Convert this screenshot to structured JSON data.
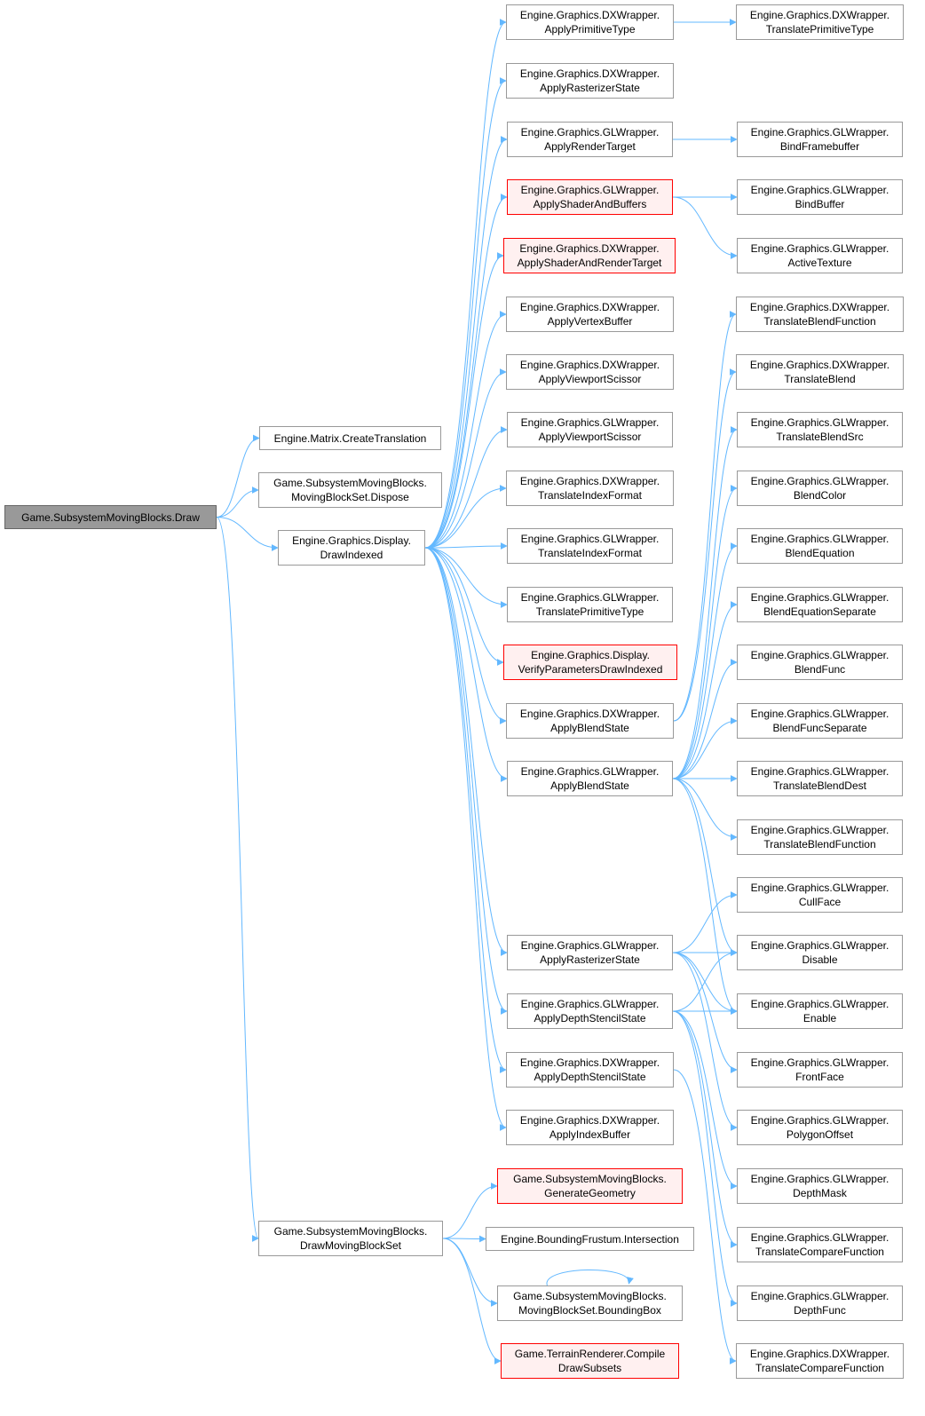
{
  "colors": {
    "edge": "#63b8ff",
    "node_border": "#999999",
    "root_fill": "#999999",
    "warn_border": "#ff0000",
    "warn_fill": "#fff0f0"
  },
  "nodes": [
    {
      "id": "root",
      "lines": [
        "Game.SubsystemMovingBlocks.Draw"
      ],
      "style": "root"
    },
    {
      "id": "matrix",
      "lines": [
        "Engine.Matrix.CreateTranslation"
      ]
    },
    {
      "id": "dispose",
      "lines": [
        "Game.SubsystemMovingBlocks.",
        "MovingBlockSet.Dispose"
      ]
    },
    {
      "id": "drawindexed",
      "lines": [
        "Engine.Graphics.Display.",
        "DrawIndexed"
      ]
    },
    {
      "id": "drawmbs",
      "lines": [
        "Game.SubsystemMovingBlocks.",
        "DrawMovingBlockSet"
      ]
    },
    {
      "id": "dx_applyprim",
      "lines": [
        "Engine.Graphics.DXWrapper.",
        "ApplyPrimitiveType"
      ]
    },
    {
      "id": "dx_applyrast",
      "lines": [
        "Engine.Graphics.DXWrapper.",
        "ApplyRasterizerState"
      ]
    },
    {
      "id": "gl_applyrt",
      "lines": [
        "Engine.Graphics.GLWrapper.",
        "ApplyRenderTarget"
      ]
    },
    {
      "id": "gl_applyshader",
      "lines": [
        "Engine.Graphics.GLWrapper.",
        "ApplyShaderAndBuffers"
      ],
      "style": "red"
    },
    {
      "id": "dx_applyshader",
      "lines": [
        "Engine.Graphics.DXWrapper.",
        "ApplyShaderAndRenderTarget"
      ],
      "style": "red"
    },
    {
      "id": "dx_applyvb",
      "lines": [
        "Engine.Graphics.DXWrapper.",
        "ApplyVertexBuffer"
      ]
    },
    {
      "id": "dx_applyvs",
      "lines": [
        "Engine.Graphics.DXWrapper.",
        "ApplyViewportScissor"
      ]
    },
    {
      "id": "gl_applyvs",
      "lines": [
        "Engine.Graphics.GLWrapper.",
        "ApplyViewportScissor"
      ]
    },
    {
      "id": "dx_tif",
      "lines": [
        "Engine.Graphics.DXWrapper.",
        "TranslateIndexFormat"
      ]
    },
    {
      "id": "gl_tif",
      "lines": [
        "Engine.Graphics.GLWrapper.",
        "TranslateIndexFormat"
      ]
    },
    {
      "id": "gl_tpt",
      "lines": [
        "Engine.Graphics.GLWrapper.",
        "TranslatePrimitiveType"
      ]
    },
    {
      "id": "verify",
      "lines": [
        "Engine.Graphics.Display.",
        "VerifyParametersDrawIndexed"
      ],
      "style": "red"
    },
    {
      "id": "dx_applyblend",
      "lines": [
        "Engine.Graphics.DXWrapper.",
        "ApplyBlendState"
      ]
    },
    {
      "id": "gl_applyblend",
      "lines": [
        "Engine.Graphics.GLWrapper.",
        "ApplyBlendState"
      ]
    },
    {
      "id": "gl_applyrast",
      "lines": [
        "Engine.Graphics.GLWrapper.",
        "ApplyRasterizerState"
      ]
    },
    {
      "id": "gl_applyds",
      "lines": [
        "Engine.Graphics.GLWrapper.",
        "ApplyDepthStencilState"
      ]
    },
    {
      "id": "dx_applyds",
      "lines": [
        "Engine.Graphics.DXWrapper.",
        "ApplyDepthStencilState"
      ]
    },
    {
      "id": "dx_applyib",
      "lines": [
        "Engine.Graphics.DXWrapper.",
        "ApplyIndexBuffer"
      ]
    },
    {
      "id": "gengeom",
      "lines": [
        "Game.SubsystemMovingBlocks.",
        "GenerateGeometry"
      ],
      "style": "red"
    },
    {
      "id": "frustum",
      "lines": [
        "Engine.BoundingFrustum.Intersection"
      ]
    },
    {
      "id": "bbox",
      "lines": [
        "Game.SubsystemMovingBlocks.",
        "MovingBlockSet.BoundingBox"
      ]
    },
    {
      "id": "compile",
      "lines": [
        "Game.TerrainRenderer.Compile",
        "DrawSubsets"
      ],
      "style": "red"
    },
    {
      "id": "dx_tpt",
      "lines": [
        "Engine.Graphics.DXWrapper.",
        "TranslatePrimitiveType"
      ]
    },
    {
      "id": "gl_bindfb",
      "lines": [
        "Engine.Graphics.GLWrapper.",
        "BindFramebuffer"
      ]
    },
    {
      "id": "gl_bindbuf",
      "lines": [
        "Engine.Graphics.GLWrapper.",
        "BindBuffer"
      ]
    },
    {
      "id": "gl_activetex",
      "lines": [
        "Engine.Graphics.GLWrapper.",
        "ActiveTexture"
      ]
    },
    {
      "id": "dx_tbf",
      "lines": [
        "Engine.Graphics.DXWrapper.",
        "TranslateBlendFunction"
      ]
    },
    {
      "id": "dx_tb",
      "lines": [
        "Engine.Graphics.DXWrapper.",
        "TranslateBlend"
      ]
    },
    {
      "id": "gl_tbs",
      "lines": [
        "Engine.Graphics.GLWrapper.",
        "TranslateBlendSrc"
      ]
    },
    {
      "id": "gl_blendcolor",
      "lines": [
        "Engine.Graphics.GLWrapper.",
        "BlendColor"
      ]
    },
    {
      "id": "gl_blendeq",
      "lines": [
        "Engine.Graphics.GLWrapper.",
        "BlendEquation"
      ]
    },
    {
      "id": "gl_blendeqsep",
      "lines": [
        "Engine.Graphics.GLWrapper.",
        "BlendEquationSeparate"
      ]
    },
    {
      "id": "gl_blendfunc",
      "lines": [
        "Engine.Graphics.GLWrapper.",
        "BlendFunc"
      ]
    },
    {
      "id": "gl_blendfuncsep",
      "lines": [
        "Engine.Graphics.GLWrapper.",
        "BlendFuncSeparate"
      ]
    },
    {
      "id": "gl_tbd",
      "lines": [
        "Engine.Graphics.GLWrapper.",
        "TranslateBlendDest"
      ]
    },
    {
      "id": "gl_tbf",
      "lines": [
        "Engine.Graphics.GLWrapper.",
        "TranslateBlendFunction"
      ]
    },
    {
      "id": "gl_cullface",
      "lines": [
        "Engine.Graphics.GLWrapper.",
        "CullFace"
      ]
    },
    {
      "id": "gl_disable",
      "lines": [
        "Engine.Graphics.GLWrapper.",
        "Disable"
      ]
    },
    {
      "id": "gl_enable",
      "lines": [
        "Engine.Graphics.GLWrapper.",
        "Enable"
      ]
    },
    {
      "id": "gl_frontface",
      "lines": [
        "Engine.Graphics.GLWrapper.",
        "FrontFace"
      ]
    },
    {
      "id": "gl_polyoffset",
      "lines": [
        "Engine.Graphics.GLWrapper.",
        "PolygonOffset"
      ]
    },
    {
      "id": "gl_depthmask",
      "lines": [
        "Engine.Graphics.GLWrapper.",
        "DepthMask"
      ]
    },
    {
      "id": "gl_tcf",
      "lines": [
        "Engine.Graphics.GLWrapper.",
        "TranslateCompareFunction"
      ]
    },
    {
      "id": "gl_depthfunc",
      "lines": [
        "Engine.Graphics.GLWrapper.",
        "DepthFunc"
      ]
    },
    {
      "id": "dx_tcf",
      "lines": [
        "Engine.Graphics.DXWrapper.",
        "TranslateCompareFunction"
      ]
    }
  ],
  "edges": [
    [
      "root",
      "matrix"
    ],
    [
      "root",
      "dispose"
    ],
    [
      "root",
      "drawindexed"
    ],
    [
      "root",
      "drawmbs"
    ],
    [
      "drawindexed",
      "dx_applyprim"
    ],
    [
      "drawindexed",
      "dx_applyrast"
    ],
    [
      "drawindexed",
      "gl_applyrt"
    ],
    [
      "drawindexed",
      "gl_applyshader"
    ],
    [
      "drawindexed",
      "dx_applyshader"
    ],
    [
      "drawindexed",
      "dx_applyvb"
    ],
    [
      "drawindexed",
      "dx_applyvs"
    ],
    [
      "drawindexed",
      "gl_applyvs"
    ],
    [
      "drawindexed",
      "dx_tif"
    ],
    [
      "drawindexed",
      "gl_tif"
    ],
    [
      "drawindexed",
      "gl_tpt"
    ],
    [
      "drawindexed",
      "verify"
    ],
    [
      "drawindexed",
      "dx_applyblend"
    ],
    [
      "drawindexed",
      "gl_applyblend"
    ],
    [
      "drawindexed",
      "gl_applyrast"
    ],
    [
      "drawindexed",
      "gl_applyds"
    ],
    [
      "drawindexed",
      "dx_applyds"
    ],
    [
      "drawindexed",
      "dx_applyib"
    ],
    [
      "dx_applyprim",
      "dx_tpt"
    ],
    [
      "gl_applyrt",
      "gl_bindfb"
    ],
    [
      "gl_applyshader",
      "gl_bindbuf"
    ],
    [
      "gl_applyshader",
      "gl_activetex"
    ],
    [
      "dx_applyblend",
      "dx_tbf"
    ],
    [
      "dx_applyblend",
      "dx_tb"
    ],
    [
      "gl_applyblend",
      "gl_tbs"
    ],
    [
      "gl_applyblend",
      "gl_blendcolor"
    ],
    [
      "gl_applyblend",
      "gl_blendeq"
    ],
    [
      "gl_applyblend",
      "gl_blendeqsep"
    ],
    [
      "gl_applyblend",
      "gl_blendfunc"
    ],
    [
      "gl_applyblend",
      "gl_blendfuncsep"
    ],
    [
      "gl_applyblend",
      "gl_tbd"
    ],
    [
      "gl_applyblend",
      "gl_tbf"
    ],
    [
      "gl_applyblend",
      "gl_disable"
    ],
    [
      "gl_applyblend",
      "gl_enable"
    ],
    [
      "gl_applyrast",
      "gl_cullface"
    ],
    [
      "gl_applyrast",
      "gl_disable"
    ],
    [
      "gl_applyrast",
      "gl_enable"
    ],
    [
      "gl_applyrast",
      "gl_frontface"
    ],
    [
      "gl_applyrast",
      "gl_polyoffset"
    ],
    [
      "gl_applyds",
      "gl_disable"
    ],
    [
      "gl_applyds",
      "gl_enable"
    ],
    [
      "gl_applyds",
      "gl_depthmask"
    ],
    [
      "gl_applyds",
      "gl_tcf"
    ],
    [
      "gl_applyds",
      "gl_depthfunc"
    ],
    [
      "dx_applyds",
      "dx_tcf"
    ],
    [
      "drawmbs",
      "gengeom"
    ],
    [
      "drawmbs",
      "frustum"
    ],
    [
      "drawmbs",
      "bbox"
    ],
    [
      "drawmbs",
      "compile"
    ],
    [
      "bbox",
      "bbox"
    ]
  ]
}
